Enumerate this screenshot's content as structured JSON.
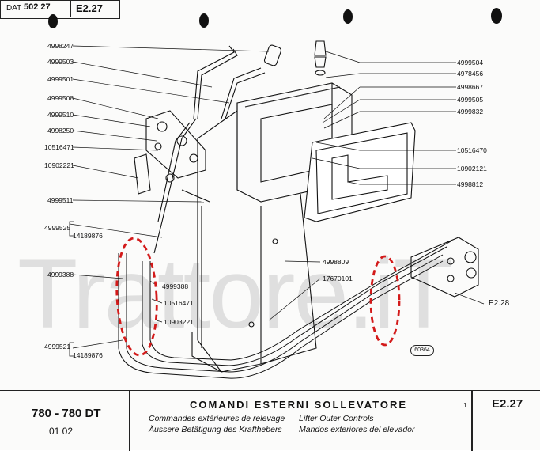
{
  "header": {
    "dat_label": "DAT",
    "dat_code": "502 27",
    "page_code": "E2.27"
  },
  "watermark": "Trattore.iT",
  "parts_left": [
    {
      "id": "p1",
      "label": "4998247"
    },
    {
      "id": "p2",
      "label": "4999503"
    },
    {
      "id": "p3",
      "label": "4999501"
    },
    {
      "id": "p4",
      "label": "4999508"
    },
    {
      "id": "p5",
      "label": "4999510"
    },
    {
      "id": "p6",
      "label": "4998250"
    },
    {
      "id": "p7",
      "label": "10516471"
    },
    {
      "id": "p8",
      "label": "10902221"
    },
    {
      "id": "p9",
      "label": "4999511"
    },
    {
      "id": "p10",
      "label": "4999525"
    },
    {
      "id": "p11",
      "label": "14189876"
    },
    {
      "id": "p12",
      "label": "4999388"
    },
    {
      "id": "p13",
      "label": "4999521"
    },
    {
      "id": "p14",
      "label": "14189876"
    }
  ],
  "parts_center": [
    {
      "id": "c1",
      "label": "4999388"
    },
    {
      "id": "c2",
      "label": "10516471"
    },
    {
      "id": "c3",
      "label": "10903221"
    },
    {
      "id": "c4",
      "label": "4998809"
    },
    {
      "id": "c5",
      "label": "17670101"
    }
  ],
  "parts_right": [
    {
      "id": "r1",
      "label": "4999504"
    },
    {
      "id": "r2",
      "label": "4978456"
    },
    {
      "id": "r3",
      "label": "4998667"
    },
    {
      "id": "r4",
      "label": "4999505"
    },
    {
      "id": "r5",
      "label": "4999832"
    },
    {
      "id": "r6",
      "label": "10516470"
    },
    {
      "id": "r7",
      "label": "10902121"
    },
    {
      "id": "r8",
      "label": "4998812"
    }
  ],
  "crossref": "E2.28",
  "figure_number": "60364",
  "footer": {
    "model": "780 - 780 DT",
    "model_sub": "01   02",
    "title": "COMANDI ESTERNI SOLLEVATORE",
    "fr": "Commandes extérieures de relevage",
    "de": "Äussere Betätigung des Krafthebers",
    "en": "Lifter Outer Controls",
    "es": "Mandos exteriores del elevador",
    "mark": "1",
    "page_ref": "E2.27"
  }
}
